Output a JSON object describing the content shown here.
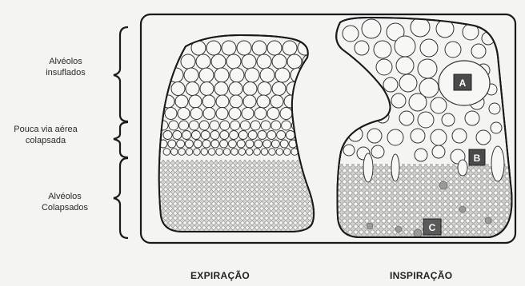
{
  "labels": {
    "top": [
      "Alvéolos",
      "insuflados"
    ],
    "middle": [
      "Pouca via aérea",
      "colapsada"
    ],
    "bottom": [
      "Alvéolos",
      "Colapsados"
    ]
  },
  "captions": {
    "left": "EXPIRAÇÃO",
    "right": "INSPIRAÇÃO"
  },
  "markers": [
    "A",
    "B",
    "C"
  ],
  "colors": {
    "outline": "#1a1a1a",
    "background": "#f4f4f2",
    "marker_fill": "#4a4a4a",
    "collapsed_region": "#d9d9d6"
  }
}
